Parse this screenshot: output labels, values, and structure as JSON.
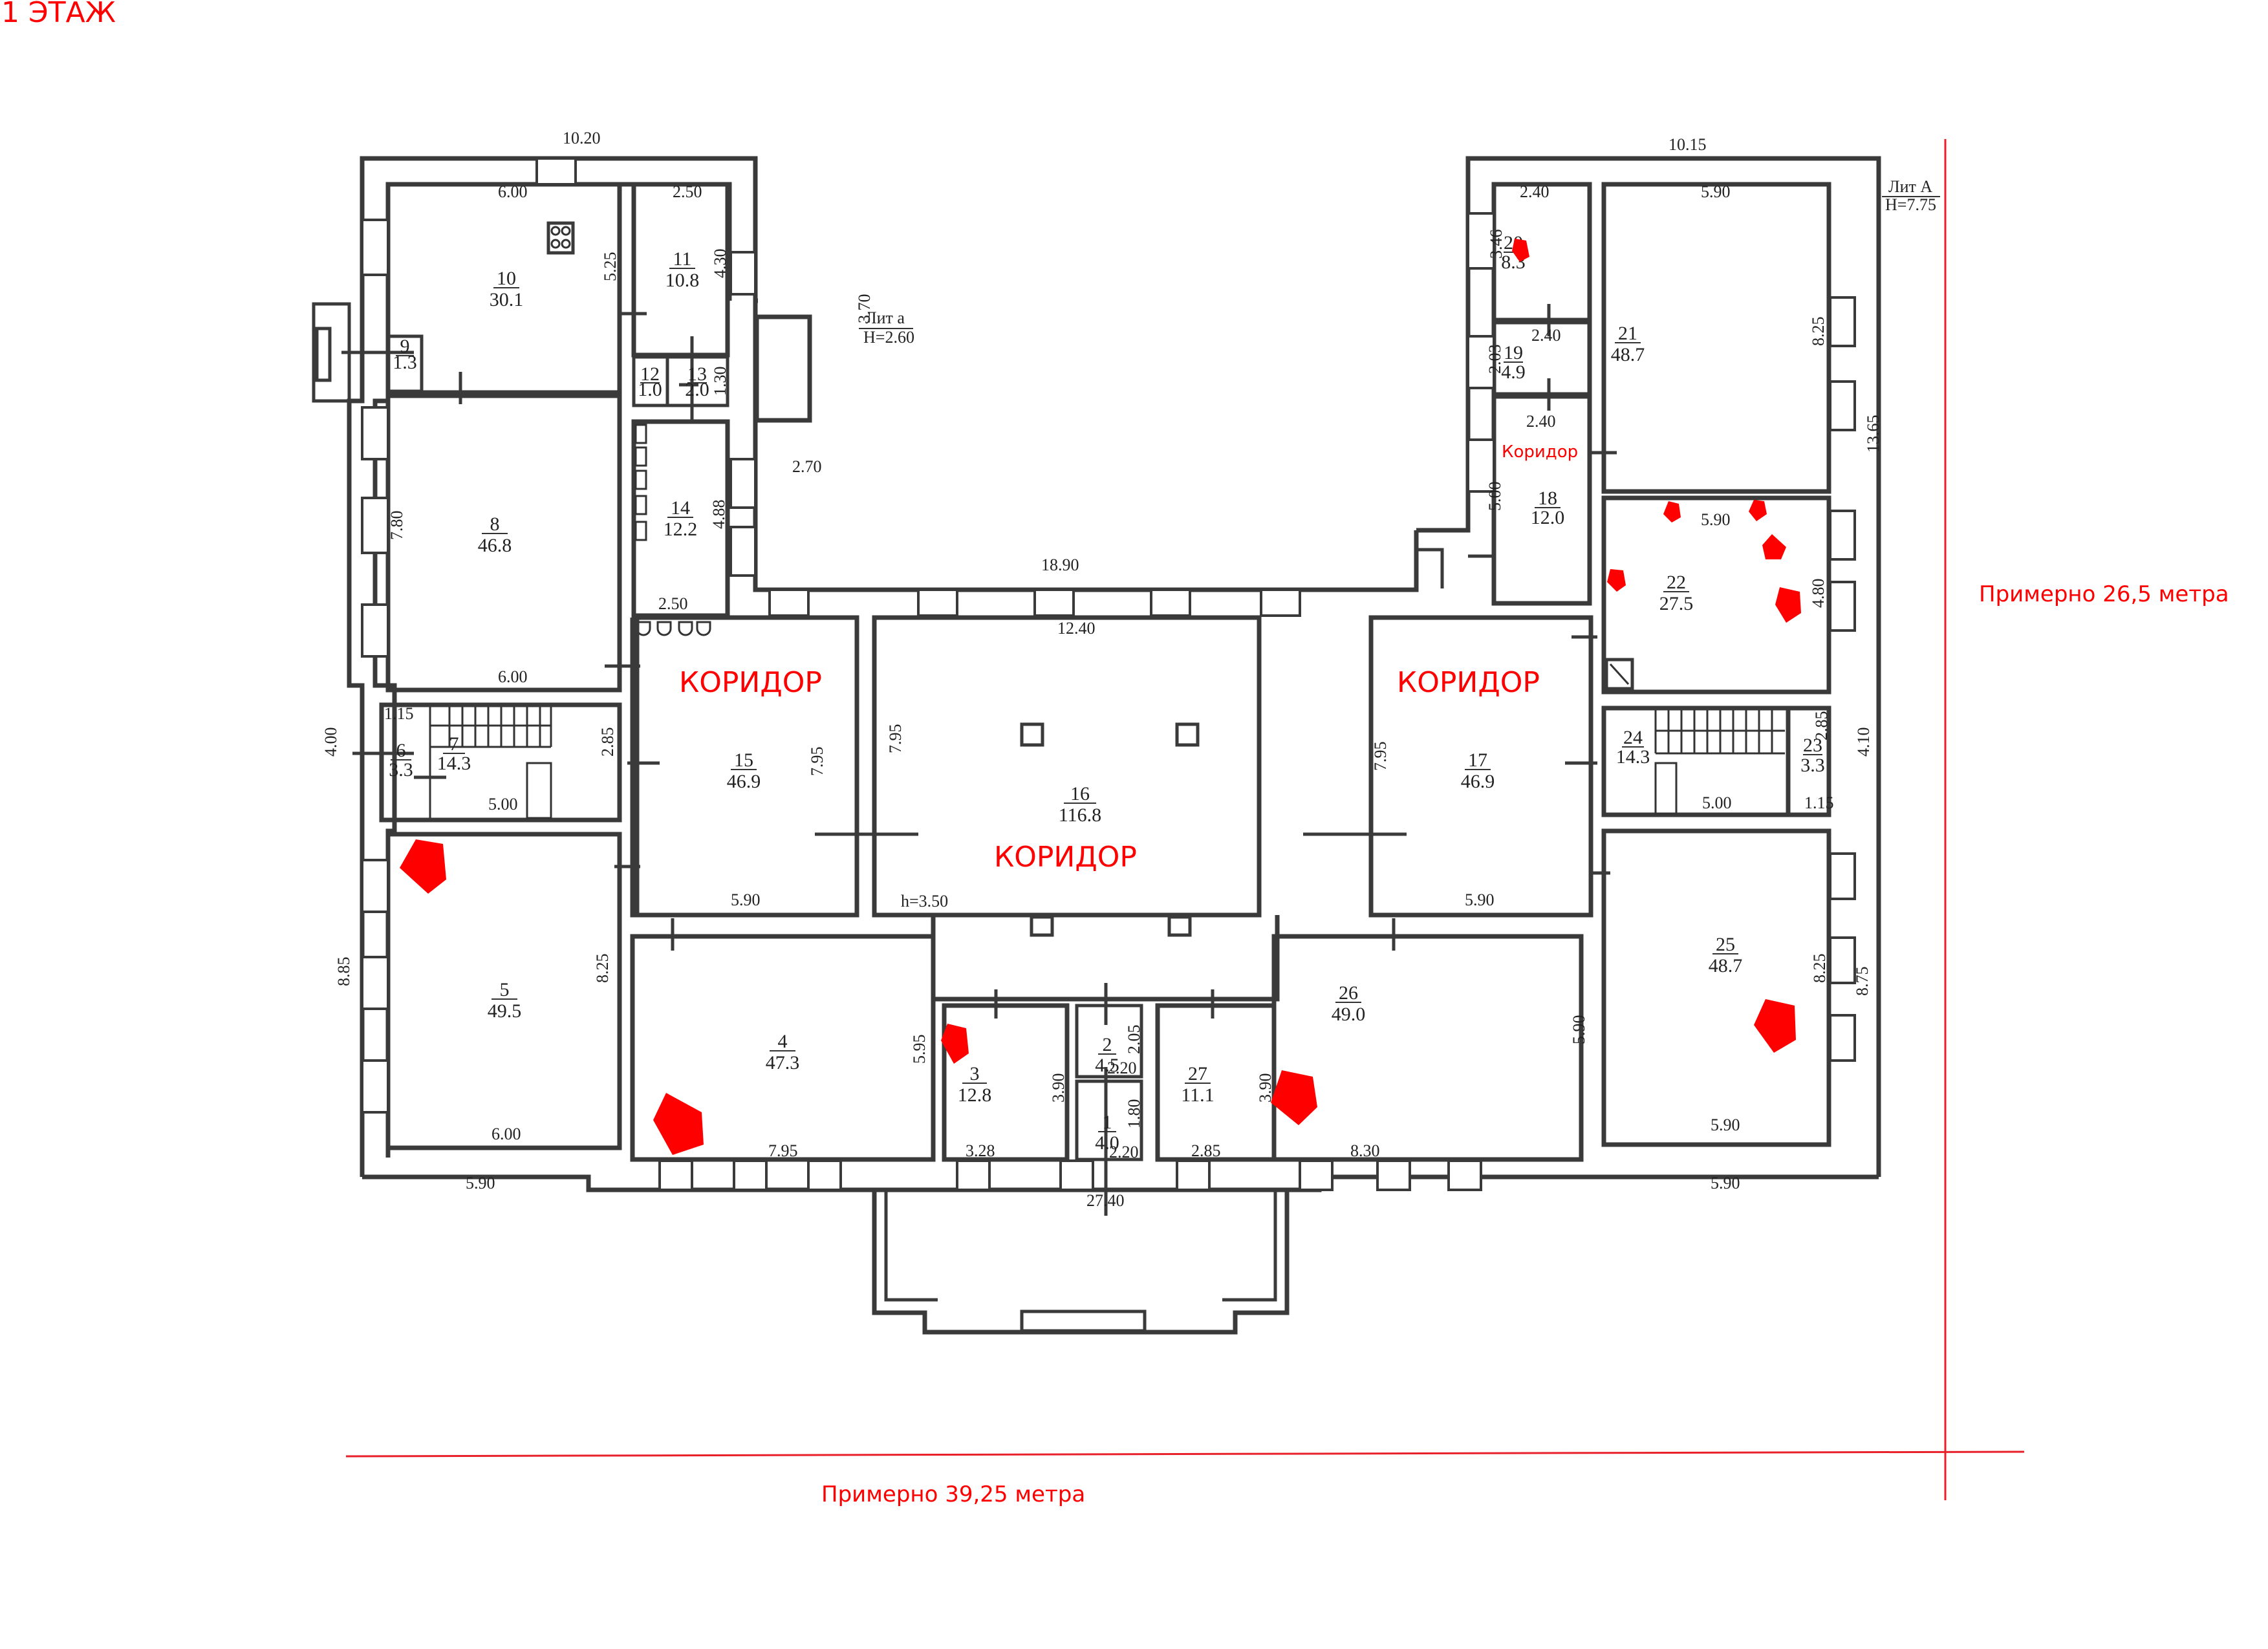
{
  "title": "1 ЭТАЖ",
  "accent_color": "#ff0000",
  "wall_color": "#3a3a3a",
  "annotations": {
    "corridor_large": "КОРИДОР",
    "corridor_small": "Коридор",
    "width_note": "Примерно 39,25 метра",
    "height_note": "Примерно 26,5 метра"
  },
  "lit_labels": [
    {
      "top": "Лит а",
      "bottom": "H=2.60"
    },
    {
      "top": "Лит А",
      "bottom": "H=7.75"
    }
  ],
  "ceiling_height": "h=3.50",
  "rooms": [
    {
      "id": "1",
      "area": "4.0"
    },
    {
      "id": "2",
      "area": "4.5"
    },
    {
      "id": "3",
      "area": "12.8"
    },
    {
      "id": "4",
      "area": "47.3"
    },
    {
      "id": "5",
      "area": "49.5"
    },
    {
      "id": "6",
      "area": "3.3"
    },
    {
      "id": "7",
      "area": "14.3"
    },
    {
      "id": "8",
      "area": "46.8"
    },
    {
      "id": "9",
      "area": "1.3"
    },
    {
      "id": "10",
      "area": "30.1"
    },
    {
      "id": "11",
      "area": "10.8"
    },
    {
      "id": "12",
      "area": "1.0"
    },
    {
      "id": "13",
      "area": "2.0"
    },
    {
      "id": "14",
      "area": "12.2"
    },
    {
      "id": "15",
      "area": "46.9"
    },
    {
      "id": "16",
      "area": "116.8"
    },
    {
      "id": "17",
      "area": "46.9"
    },
    {
      "id": "18",
      "area": "12.0"
    },
    {
      "id": "19",
      "area": "4.9"
    },
    {
      "id": "20",
      "area": "8.3"
    },
    {
      "id": "21",
      "area": "48.7"
    },
    {
      "id": "22",
      "area": "27.5"
    },
    {
      "id": "23",
      "area": "3.3"
    },
    {
      "id": "24",
      "area": "14.3"
    },
    {
      "id": "25",
      "area": "48.7"
    },
    {
      "id": "26",
      "area": "49.0"
    },
    {
      "id": "27",
      "area": "11.1"
    }
  ],
  "dimensions": {
    "d_10_20": "10.20",
    "d_6_00_a": "6.00",
    "d_2_50_a": "2.50",
    "d_5_25": "5.25",
    "d_4_30": "4.30",
    "d_1_30": "1.30",
    "d_3_70": "3.70",
    "d_2_70": "2.70",
    "d_7_80": "7.80",
    "d_4_88": "4.88",
    "d_2_50_b": "2.50",
    "d_6_00_b": "6.00",
    "d_18_90": "18.90",
    "d_12_40": "12.40",
    "d_1_15_a": "1.15",
    "d_4_00": "4.00",
    "d_2_85_a": "2.85",
    "d_5_00_a": "5.00",
    "d_7_95_a": "7.95",
    "d_7_95_b": "7.95",
    "d_7_95_c": "7.95",
    "d_5_90_a": "5.90",
    "d_8_85": "8.85",
    "d_8_25_a": "8.25",
    "d_6_00_c": "6.00",
    "d_5_90_b": "5.90",
    "d_5_95": "5.95",
    "d_7_95_d": "7.95",
    "d_3_90_a": "3.90",
    "d_3_28": "3.28",
    "d_2_05": "2.05",
    "d_2_20_a": "2.20",
    "d_1_80": "1.80",
    "d_2_20_b": "2.20",
    "d_3_90_b": "3.90",
    "d_2_85_b": "2.85",
    "d_27_40": "27.40",
    "d_10_15": "10.15",
    "d_2_40_a": "2.40",
    "d_5_90_c": "5.90",
    "d_3_46": "3.46",
    "d_2_40_b": "2.40",
    "d_2_03": "2.03",
    "d_2_40_c": "2.40",
    "d_8_25_b": "8.25",
    "d_13_65": "13.65",
    "d_5_00_b": "5.00",
    "d_5_90_d": "5.90",
    "d_4_80": "4.80",
    "d_5_90_e": "5.90",
    "d_2_85_c": "2.85",
    "d_4_10": "4.10",
    "d_5_00_c": "5.00",
    "d_1_15_b": "1.15",
    "d_8_30": "8.30",
    "d_5_90_f": "5.90",
    "d_8_25_c": "8.25",
    "d_8_75": "8.75",
    "d_5_90_g": "5.90",
    "d_5_90_h": "5.90"
  },
  "markers": [
    {
      "room": "5"
    },
    {
      "room": "4"
    },
    {
      "room": "3"
    },
    {
      "room": "26"
    },
    {
      "room": "25"
    },
    {
      "room": "20"
    },
    {
      "room": "22"
    },
    {
      "room": "22"
    },
    {
      "room": "22"
    },
    {
      "room": "22"
    },
    {
      "room": "22"
    }
  ]
}
